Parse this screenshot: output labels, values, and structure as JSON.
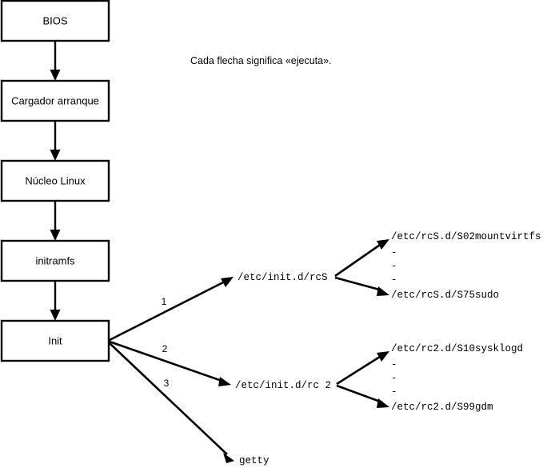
{
  "caption": "Cada flecha significa «ejecuta».",
  "colors": {
    "background": "#ffffff",
    "stroke": "#000000",
    "text": "#000000"
  },
  "boot_chain": [
    {
      "label": "BIOS"
    },
    {
      "label": "Cargador arranque"
    },
    {
      "label": "Núcleo Linux"
    },
    {
      "label": "initramfs"
    },
    {
      "label": "Init"
    }
  ],
  "init_branches": [
    {
      "number": "1",
      "target": "/etc/init.d/rcS"
    },
    {
      "number": "2",
      "target": "/etc/init.d/rc 2"
    },
    {
      "number": "3",
      "target": "getty"
    }
  ],
  "rcs_scripts": {
    "first": "/etc/rcS.d/S02mountvirtfs",
    "ellipsis": [
      "-",
      "-",
      "-"
    ],
    "last": "/etc/rcS.d/S75sudo"
  },
  "rc2_scripts": {
    "first": "/etc/rc2.d/S10sysklogd",
    "ellipsis": [
      "-",
      "-",
      "-"
    ],
    "last": "/etc/rc2.d/S99gdm"
  }
}
